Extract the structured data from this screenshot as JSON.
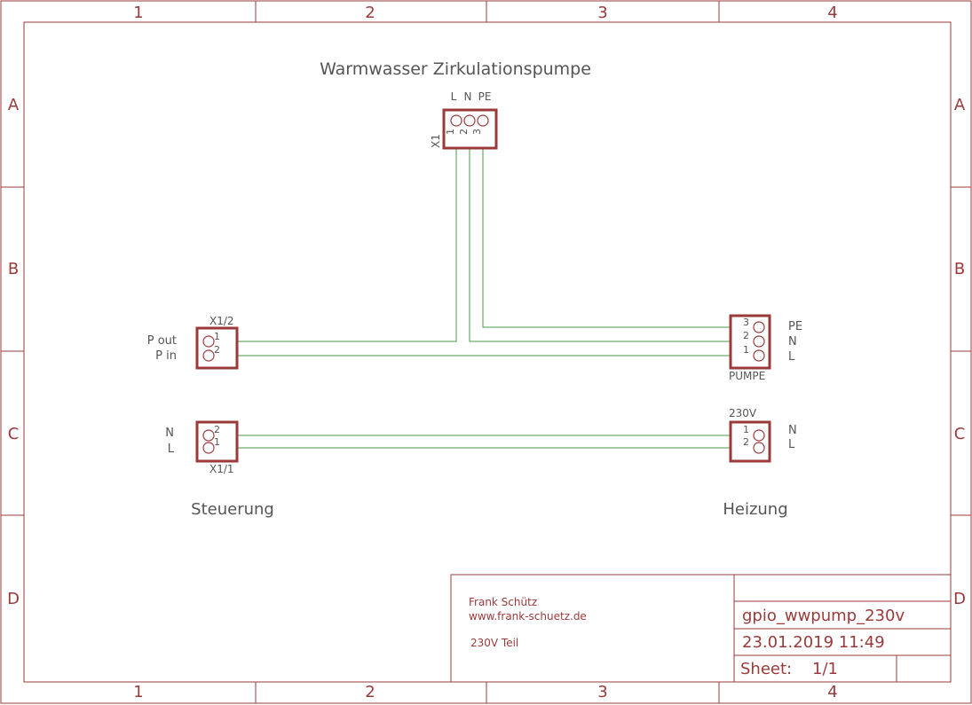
{
  "frame": {
    "columns": [
      "1",
      "2",
      "3",
      "4"
    ],
    "rows": [
      "A",
      "B",
      "C",
      "D"
    ]
  },
  "diagram": {
    "title": "Warmwasser Zirkulationspumpe",
    "groups": {
      "left": "Steuerung",
      "right": "Heizung"
    },
    "connectors": {
      "x1": {
        "name": "X1",
        "labels": [
          "L",
          "N",
          "PE"
        ],
        "pins": [
          "1",
          "2",
          "3"
        ]
      },
      "x1_2": {
        "name": "X1/2",
        "labels": [
          "P out",
          "P in"
        ],
        "pins": [
          "1",
          "2"
        ]
      },
      "pumpe": {
        "name": "PUMPE",
        "labels": [
          "PE",
          "N",
          "L"
        ],
        "pins": [
          "3",
          "2",
          "1"
        ]
      },
      "x1_1": {
        "name": "X1/1",
        "labels": [
          "N",
          "L"
        ],
        "pins": [
          "2",
          "1"
        ]
      },
      "v230": {
        "name": "230V",
        "labels": [
          "N",
          "L"
        ],
        "pins": [
          "1",
          "2"
        ]
      }
    }
  },
  "title_block": {
    "author": "Frank Schütz",
    "website": "www.frank-schuetz.de",
    "description": "230V Teil",
    "filename": "gpio_wwpump_230v",
    "datetime": "23.01.2019 11:49",
    "sheet_label": "Sheet:",
    "sheet_value": "1/1"
  }
}
